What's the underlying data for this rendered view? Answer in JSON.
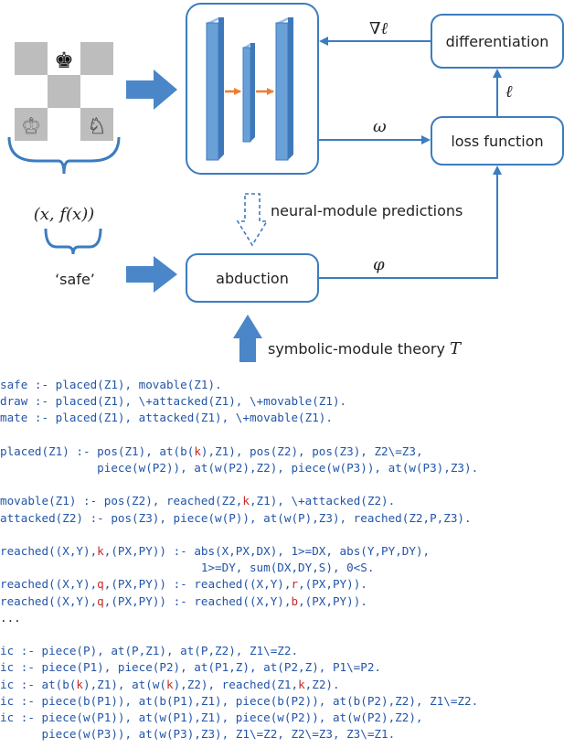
{
  "colors": {
    "box_stroke": "#3c7cc0",
    "arrow_blue": "#3c7cc0",
    "fill_arrow": "#4a86c8",
    "layer_fill": "#6aa0d8",
    "orange": "#ee7d31",
    "board_dark": "#bdbdbd",
    "code_blue": "#2255a8",
    "code_red": "#c62828"
  },
  "diagram": {
    "differentiation_label": "differentiation",
    "loss_label": "loss function",
    "abduction_label": "abduction",
    "grad_label": "∇ℓ",
    "ell_label": "ℓ",
    "omega_label": "ω",
    "phi_label": "φ",
    "pair_label": "(x, f(x))",
    "safe_label": "‘safe’",
    "predictions_label": "neural-module predictions",
    "theory_label": "symbolic-module theory",
    "theory_symbol": "T",
    "chess_icons": [
      "black-king",
      "white-king",
      "white-knight"
    ]
  },
  "code": {
    "line1": [
      "safe :- placed(Z1), movable(Z1)."
    ],
    "line2": [
      "draw :- placed(Z1), \\+attacked(Z1), \\+movable(Z1)."
    ],
    "line3": [
      "mate :- placed(Z1), attacked(Z1), \\+movable(Z1)."
    ],
    "line4": [
      ""
    ],
    "line5": [
      "placed(Z1) :- pos(Z1), at(b(",
      "k",
      "),Z1), pos(Z2), pos(Z3), Z2\\=Z3,"
    ],
    "line6": [
      "              piece(w(P2)), at(w(P2),Z2), piece(w(P3)), at(w(P3),Z3)."
    ],
    "line7": [
      ""
    ],
    "line8": [
      "movable(Z1) :- pos(Z2), reached(Z2,",
      "k",
      ",Z1), \\+attacked(Z2)."
    ],
    "line9": [
      "attacked(Z2) :- pos(Z3), piece(w(P)), at(w(P),Z3), reached(Z2,P,Z3)."
    ],
    "line10": [
      ""
    ],
    "line11": [
      "reached((X,Y),",
      "k",
      ",(PX,PY)) :- abs(X,PX,DX), 1>=DX, abs(Y,PY,DY),"
    ],
    "line12": [
      "                             1>=DY, sum(DX,DY,S), 0<S."
    ],
    "line13": [
      "reached((X,Y),",
      "q",
      ",(PX,PY)) :- reached((X,Y),",
      "r",
      ",(PX,PY))."
    ],
    "line14": [
      "reached((X,Y),",
      "q",
      ",(PX,PY)) :- reached((X,Y),",
      "b",
      ",(PX,PY))."
    ],
    "line15": [
      "..."
    ],
    "line16": [
      ""
    ],
    "line17": [
      "ic :- piece(P), at(P,Z1), at(P,Z2), Z1\\=Z2."
    ],
    "line18": [
      "ic :- piece(P1), piece(P2), at(P1,Z), at(P2,Z), P1\\=P2."
    ],
    "line19": [
      "ic :- at(b(",
      "k",
      "),Z1), at(w(",
      "k",
      "),Z2), reached(Z1,",
      "k",
      ",Z2)."
    ],
    "line20": [
      "ic :- piece(b(P1)), at(b(P1),Z1), piece(b(P2)), at(b(P2),Z2), Z1\\=Z2."
    ],
    "line21": [
      "ic :- piece(w(P1)), at(w(P1),Z1), piece(w(P2)), at(w(P2),Z2),"
    ],
    "line22": [
      "      piece(w(P3)), at(w(P3),Z3), Z1\\=Z2, Z2\\=Z3, Z3\\=Z1."
    ]
  }
}
